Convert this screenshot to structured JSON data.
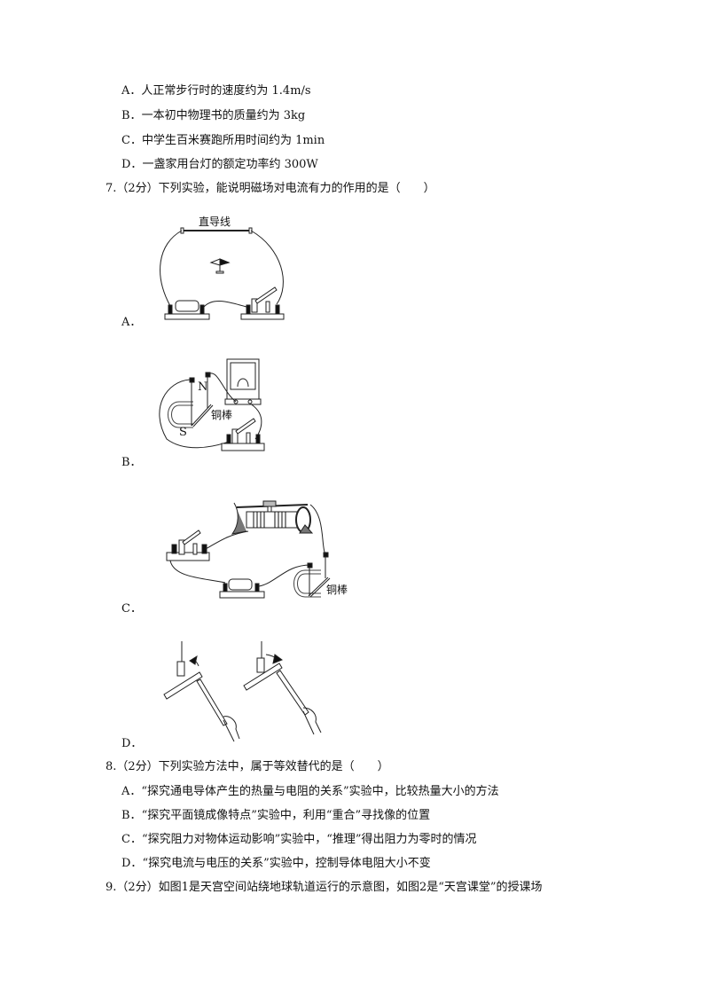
{
  "q6_options": [
    {
      "label": "A．",
      "text": "人正常步行时的速度约为 1.4m/s"
    },
    {
      "label": "B．",
      "text": "一本初中物理书的质量约为 3kg"
    },
    {
      "label": "C．",
      "text": "中学生百米赛跑所用时间约为 1min"
    },
    {
      "label": "D．",
      "text": "一盏家用台灯的额定功率约 300W"
    }
  ],
  "q7": {
    "stem": "7.（2分）下列实验，能说明磁场对电流有力的作用的是（　　）",
    "options": [
      {
        "label": "A．",
        "figure": "oersted-experiment",
        "figure_text": "直导线"
      },
      {
        "label": "B．",
        "figure": "electromagnetic-induction-galvanometer",
        "figure_text": [
          "N",
          "S",
          "铜棒"
        ]
      },
      {
        "label": "C．",
        "figure": "motor-principle-rheostat",
        "figure_text": "铜棒"
      },
      {
        "label": "D．",
        "figure": "charged-rod-rotation"
      }
    ]
  },
  "q8": {
    "stem": "8.（2分）下列实验方法中，属于等效替代的是（　　）",
    "options": [
      {
        "label": "A．",
        "text": "“探究通电导体产生的热量与电阻的关系”实验中，比较热量大小的方法"
      },
      {
        "label": "B．",
        "text": "“探究平面镜成像特点”实验中，利用“重合”寻找像的位置"
      },
      {
        "label": "C．",
        "text": "“探究阻力对物体运动影响”实验中，“推理”得出阻力为零时的情况"
      },
      {
        "label": "D．",
        "text": "“探究电流与电压的关系”实验中，控制导体电阻大小不变"
      }
    ]
  },
  "q9": {
    "stem": "9.（2分）如图1是天宫空间站绕地球轨道运行的示意图，如图2是“天宫课堂”的授课场"
  }
}
